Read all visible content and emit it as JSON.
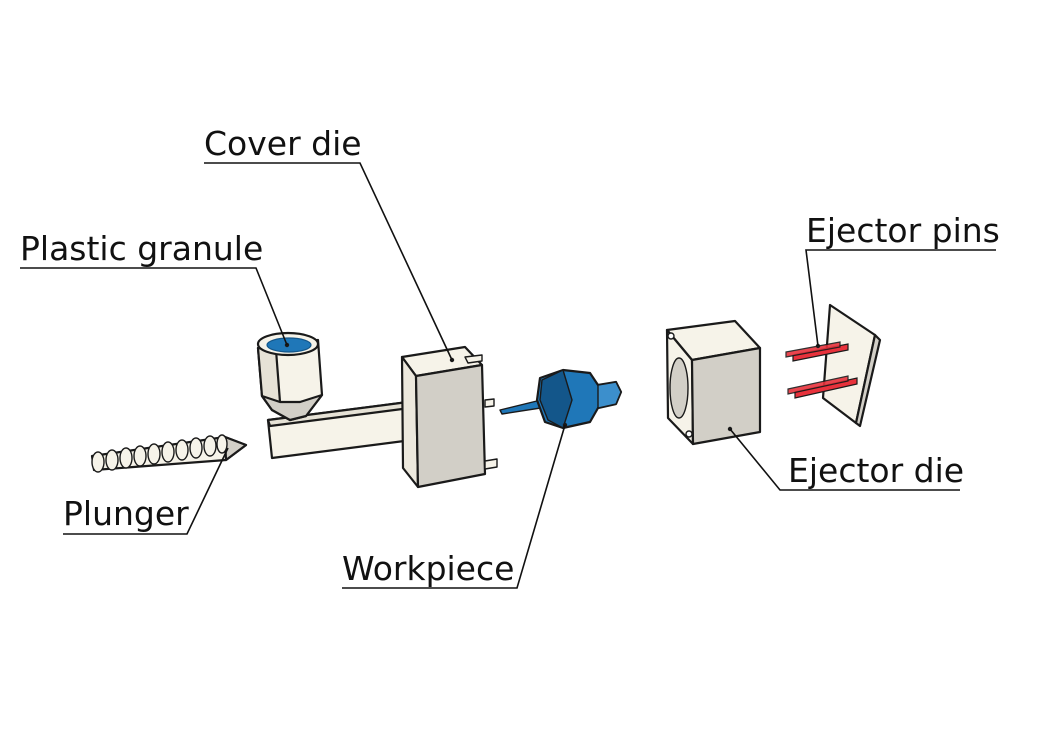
{
  "labels": {
    "cover_die": "Cover die",
    "plastic_granule": "Plastic granule",
    "plunger": "Plunger",
    "workpiece": "Workpiece",
    "ejector_pins": "Ejector pins",
    "ejector_die": "Ejector die"
  },
  "colors": {
    "part_fill": "#f6f3e9",
    "part_shade": "#d2cfc7",
    "part_mid": "#e6e2d6",
    "workpiece_blue": "#1f77b8",
    "workpiece_dark": "#13568a",
    "pin_red": "#e8323c",
    "outline": "#1a1a1a"
  }
}
